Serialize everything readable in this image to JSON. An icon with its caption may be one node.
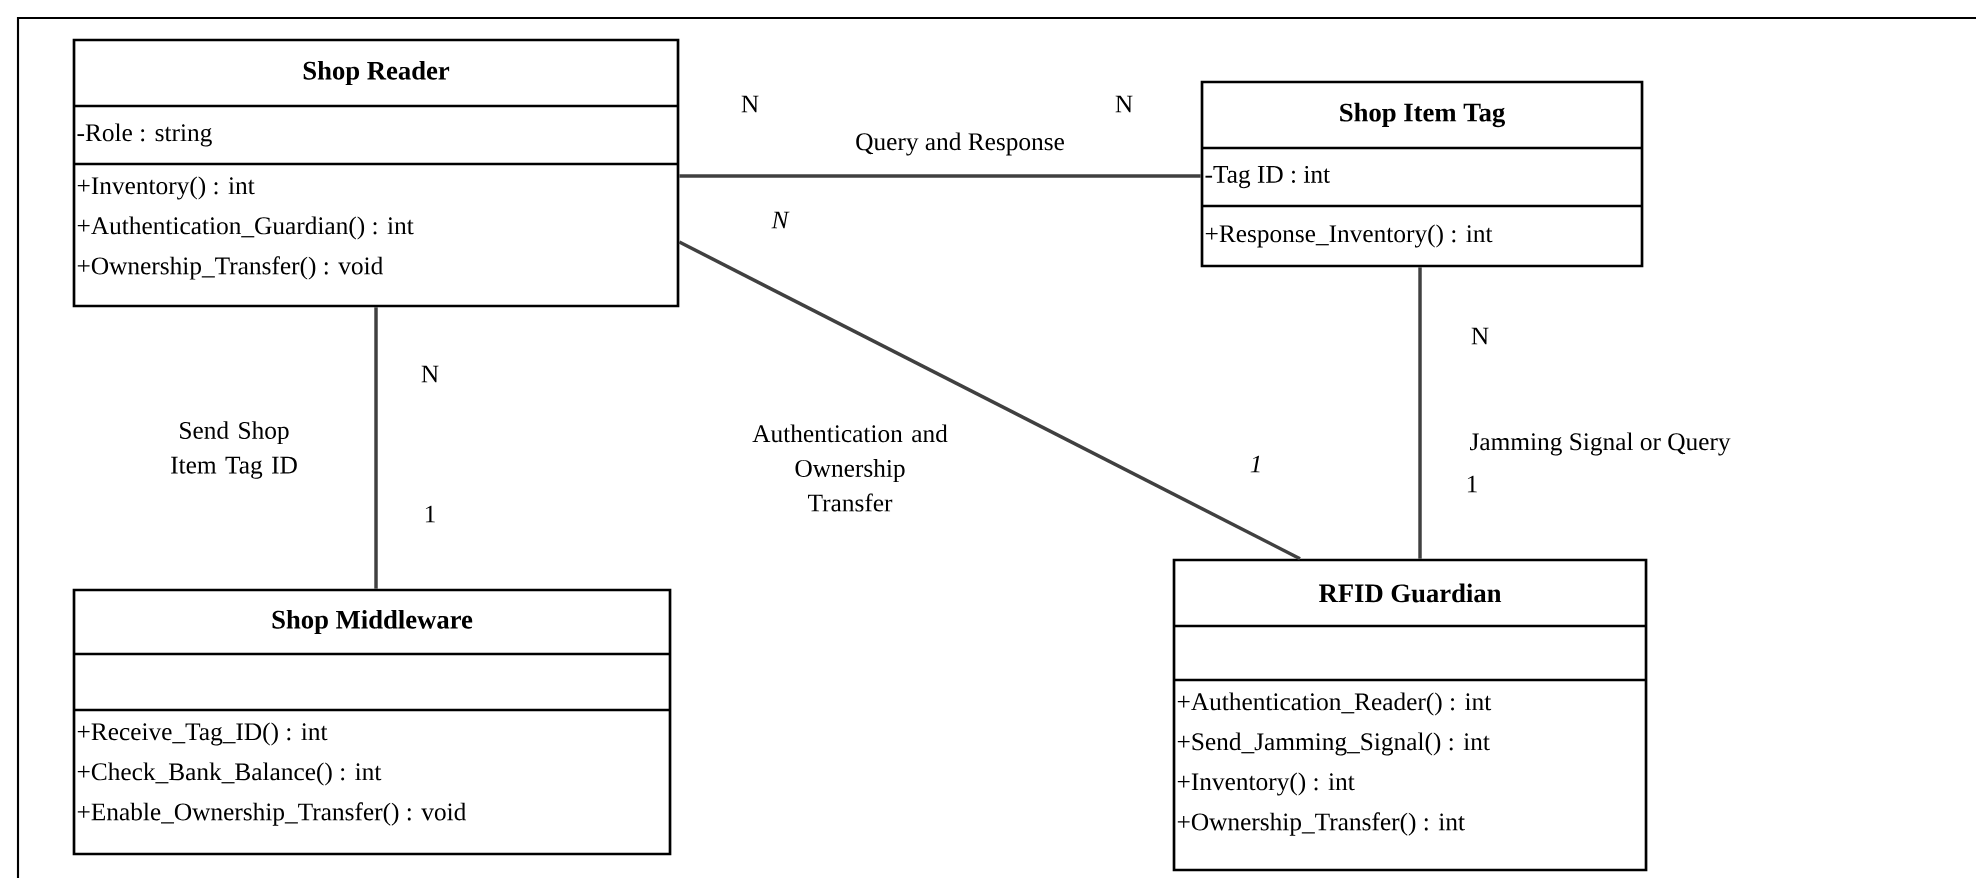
{
  "diagram": {
    "nodes": [
      {
        "text": [
          "Shop Reader",
          "-Role : string",
          "+Inventory() : int",
          "+Authentication_Guardian() : int",
          "+Ownership_Transfer() : void"
        ]
      },
      {
        "text": [
          "Shop Item Tag",
          "-Tag ID : int",
          "+Response_Inventory() : int"
        ]
      },
      {
        "text": [
          "Shop Middleware",
          "+Receive_Tag_ID() : int",
          "+Check_Bank_Balance() : int",
          "+Enable_Ownership_Transfer() : void"
        ]
      },
      {
        "text": [
          "RFID Guardian",
          "+Authentication_Reader() : int",
          "+Send_Jamming_Signal() : int",
          "+Inventory() : int",
          "+Ownership_Transfer() : int"
        ]
      }
    ],
    "edges": [
      {
        "from": 0,
        "to": 1,
        "arrow": "none",
        "label": "Query and Response"
      },
      {
        "from": 0,
        "to": 2,
        "arrow": "none",
        "label": "Send Shop Item Tag ID"
      },
      {
        "from": 0,
        "to": 3,
        "arrow": "none",
        "label": "Authentication and Ownership Transfer"
      },
      {
        "from": 1,
        "to": 3,
        "arrow": "none",
        "label": "Jamming Signal or Query"
      }
    ],
    "labels": [
      "N",
      "N",
      "N",
      "N",
      "N",
      "1",
      "1",
      "1"
    ]
  }
}
